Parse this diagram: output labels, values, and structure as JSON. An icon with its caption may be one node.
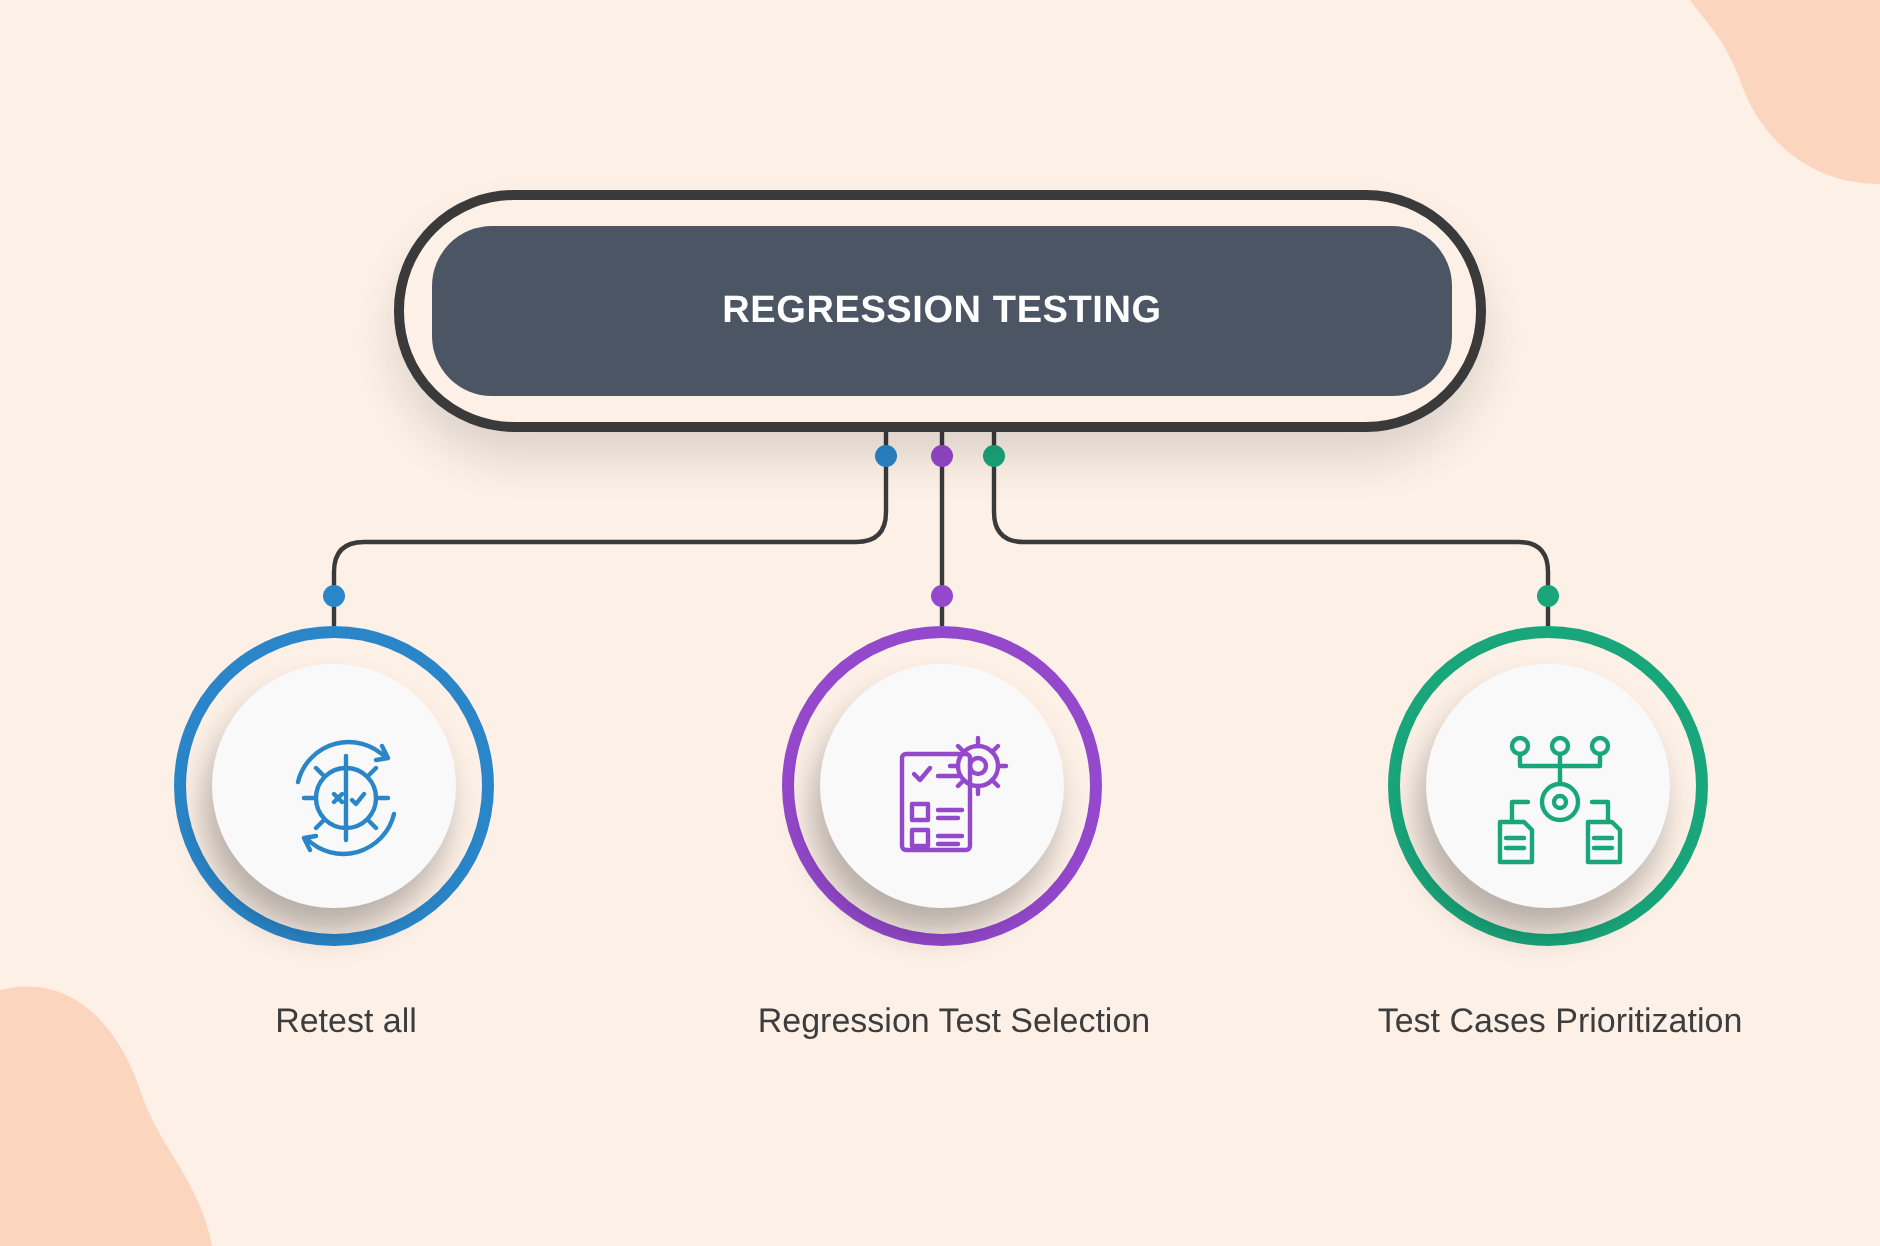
{
  "diagram": {
    "nodes": [
      {
        "text": [
          "REGRESSION TESTING"
        ]
      },
      {
        "text": [
          "Retest all"
        ]
      },
      {
        "text": [
          "Regression Test Selection"
        ]
      },
      {
        "text": [
          "Test Cases Prioritization"
        ]
      }
    ],
    "edges": [
      {
        "from": 0,
        "to": 1,
        "arrow": "other"
      },
      {
        "from": 0,
        "to": 2,
        "arrow": "other"
      },
      {
        "from": 0,
        "to": 3,
        "arrow": "other"
      }
    ]
  }
}
